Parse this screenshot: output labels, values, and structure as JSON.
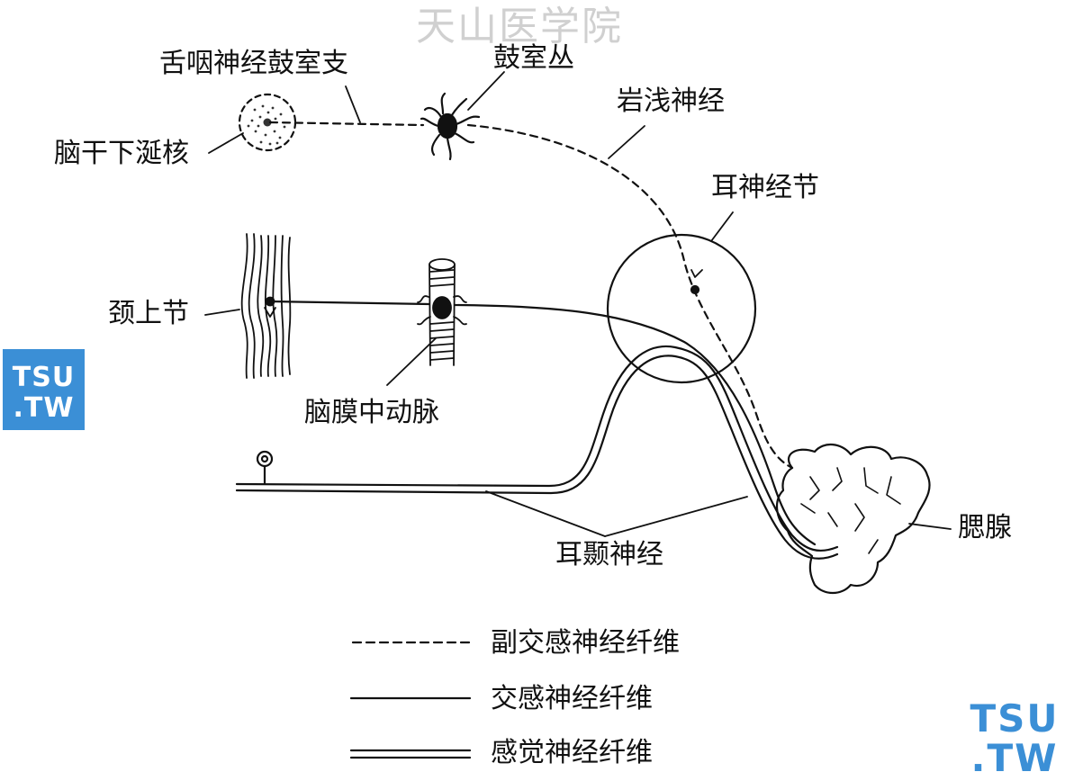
{
  "watermark": "天山医学院",
  "labels": {
    "glossopharyngeal_branch": "舌咽神经鼓室支",
    "tympanic_plexus": "鼓室丛",
    "brainstem_nucleus": "脑干下涎核",
    "lesser_petrosal": "岩浅神经",
    "otic_ganglion": "耳神经节",
    "superior_cervical": "颈上节",
    "middle_meningeal": "脑膜中动脉",
    "parotid": "腮腺",
    "auriculotemporal": "耳颞神经"
  },
  "legend": {
    "parasympathetic": "副交感神经纤维",
    "sympathetic": "交感神经纤维",
    "sensory": "感觉神经纤维"
  },
  "logo": {
    "line1": "TSU",
    "line2": ".TW"
  },
  "colors": {
    "logo_blue": "#3b8fd6",
    "watermark": "#d0d0d0"
  }
}
